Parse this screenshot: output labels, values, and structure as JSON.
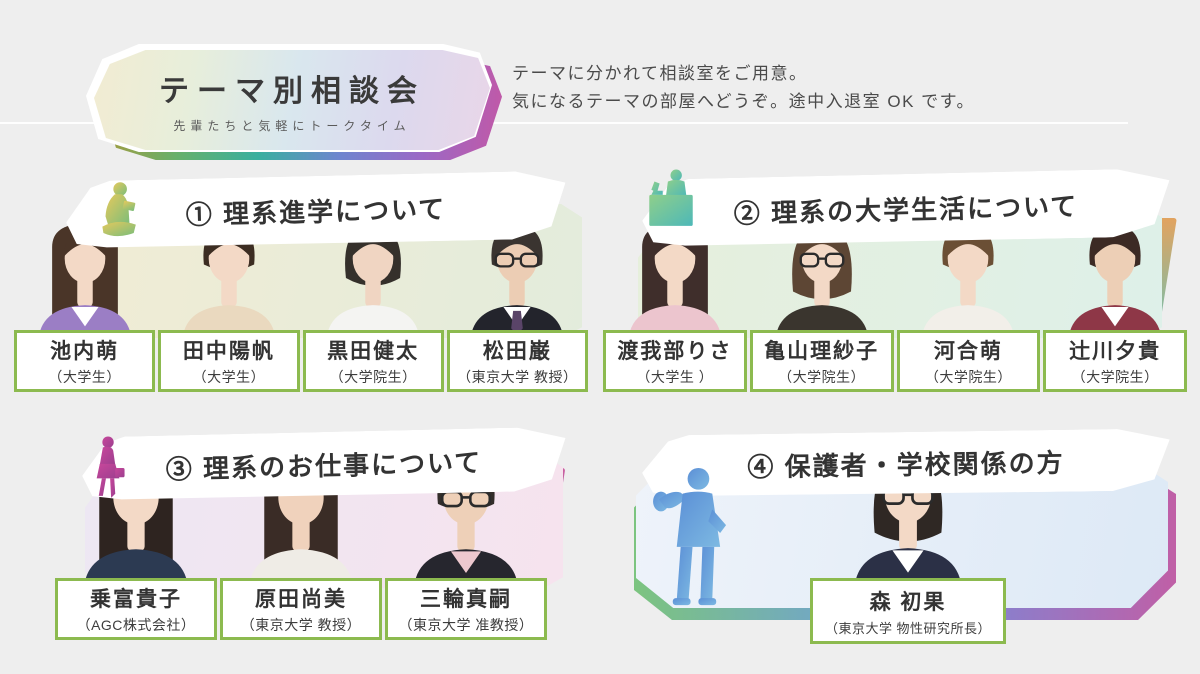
{
  "banner": {
    "title": "テーマ別相談会",
    "subtitle": "先輩たちと気軽にトークタイム"
  },
  "intro": {
    "line1": "テーマに分かれて相談室をご用意。",
    "line2": "気になるテーマの部屋へどうぞ。途中入退室 OK です。"
  },
  "colors": {
    "page_bg": "#eeeeee",
    "card_border": "#8cba4f",
    "title_text": "#3a3a3a",
    "banner_pastel": [
      "#f2ecd2",
      "#e7eedb",
      "#d9e7ee",
      "#dcd9ee",
      "#e9d6e8"
    ],
    "banner_saturated": [
      "#a89a3c",
      "#67b06b",
      "#3aaf9f",
      "#6e85cf",
      "#9a69c6",
      "#c258a6"
    ]
  },
  "sections": [
    {
      "id": "science-study",
      "title": "① 理系進学について",
      "icon": "reading-girl-icon",
      "icon_colors": [
        "#e5c95d",
        "#79bd7a"
      ],
      "panel_gradient": [
        "#f1ecd4",
        "#e3ecdc"
      ],
      "accent_gradient": [
        "#d96fad",
        "#9a6fc7"
      ],
      "people": [
        {
          "name": "池内萌",
          "affiliation": "（大学生）",
          "avatar": {
            "style": "long",
            "hair": "#4a3528",
            "skin": "#f3d9c6",
            "top": "#9b7ec5",
            "inner": "#ffffff",
            "glasses": false,
            "tie": null
          }
        },
        {
          "name": "田中陽帆",
          "affiliation": "（大学生）",
          "avatar": {
            "style": "tied",
            "hair": "#3c2d22",
            "skin": "#f3d9c6",
            "top": "#ead9bf",
            "inner": null,
            "glasses": false,
            "tie": null
          }
        },
        {
          "name": "黒田健太",
          "affiliation": "（大学院生）",
          "avatar": {
            "style": "shaggy",
            "hair": "#35302b",
            "skin": "#f0d5c2",
            "top": "#f4f4f2",
            "inner": null,
            "glasses": false,
            "tie": null
          }
        },
        {
          "name": "松田巌",
          "affiliation": "（東京大学 教授）",
          "avatar": {
            "style": "short",
            "hair": "#3a3430",
            "skin": "#eccdb4",
            "top": "#23242c",
            "inner": "#ffffff",
            "glasses": true,
            "tie": "#5a4468"
          }
        }
      ]
    },
    {
      "id": "university-life",
      "title": "② 理系の大学生活について",
      "icon": "lab-desk-icon",
      "icon_colors": [
        "#8fcf8a",
        "#4db8b8"
      ],
      "panel_gradient": [
        "#e6efdc",
        "#def0e9"
      ],
      "accent_gradient": [
        "#e2a35f",
        "#74bfae"
      ],
      "people": [
        {
          "name": "渡我部りさ",
          "affiliation": "（大学生 ）",
          "avatar": {
            "style": "long",
            "hair": "#3f2e2b",
            "skin": "#f3d9c6",
            "top": "#ecc5ce",
            "inner": null,
            "glasses": false,
            "tie": null
          }
        },
        {
          "name": "亀山理紗子",
          "affiliation": "（大学院生）",
          "avatar": {
            "style": "bob",
            "hair": "#5d4634",
            "skin": "#f3d9c6",
            "top": "#3a352e",
            "inner": null,
            "glasses": true,
            "tie": null
          }
        },
        {
          "name": "河合萌",
          "affiliation": "（大学院生）",
          "avatar": {
            "style": "tied",
            "hair": "#6b4f35",
            "skin": "#f3d9c6",
            "top": "#f2efe9",
            "inner": null,
            "glasses": false,
            "tie": null
          }
        },
        {
          "name": "辻川夕貴",
          "affiliation": "（大学院生）",
          "avatar": {
            "style": "tied",
            "hair": "#3c2a24",
            "skin": "#edcfb6",
            "top": "#8e3747",
            "inner": "#ffffff",
            "glasses": false,
            "tie": null
          }
        }
      ]
    },
    {
      "id": "science-jobs",
      "title": "③ 理系のお仕事について",
      "icon": "walking-woman-icon",
      "icon_colors": [
        "#c8479b",
        "#9c3f8f"
      ],
      "panel_gradient": [
        "#ede7f3",
        "#f6e3ee"
      ],
      "accent_gradient": [
        "#cc5fa0",
        "#6b6fc4"
      ],
      "people": [
        {
          "name": "乗富貴子",
          "affiliation": "（AGC株式会社）",
          "avatar": {
            "style": "long",
            "hair": "#2e2420",
            "skin": "#f3d9c6",
            "top": "#2c3a52",
            "inner": null,
            "glasses": false,
            "tie": null
          }
        },
        {
          "name": "原田尚美",
          "affiliation": "（東京大学 教授）",
          "avatar": {
            "style": "long",
            "hair": "#3a2c26",
            "skin": "#f0d2bc",
            "top": "#efece6",
            "inner": null,
            "glasses": false,
            "tie": null
          }
        },
        {
          "name": "三輪真嗣",
          "affiliation": "（東京大学 准教授）",
          "avatar": {
            "style": "short",
            "hair": "#332e2a",
            "skin": "#eed0b8",
            "top": "#26262e",
            "inner": "#edc8cf",
            "glasses": true,
            "tie": null
          }
        }
      ]
    },
    {
      "id": "parents-school",
      "title": "④ 保護者・学校関係の方",
      "icon": "waving-businessman-icon",
      "icon_colors": [
        "#5b8fd6",
        "#7db9e2"
      ],
      "panel_gradient": [
        "#eef3fa",
        "#dde9f6"
      ],
      "accent_gradient": [
        "#7cc47f",
        "#6f9fd8",
        "#8f7cc9",
        "#c05fa6"
      ],
      "people": [
        {
          "name": "森 初果",
          "affiliation": "（東京大学 物性研究所長）",
          "avatar": {
            "style": "bob",
            "hair": "#2f2824",
            "skin": "#f3d9c6",
            "top": "#2b3046",
            "inner": "#ffffff",
            "glasses": true,
            "tie": null
          }
        }
      ]
    }
  ]
}
